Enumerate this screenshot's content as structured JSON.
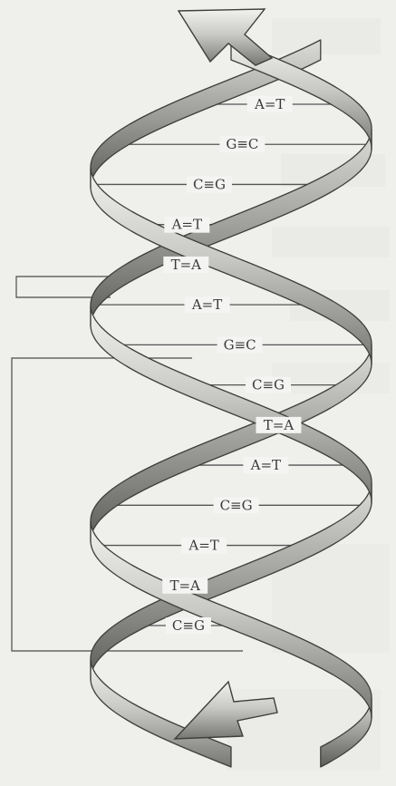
{
  "figure": {
    "base_pairs": [
      {
        "label": "A=T"
      },
      {
        "label": "G≡C"
      },
      {
        "label": "C≡G"
      },
      {
        "label": "A=T"
      },
      {
        "label": "T=A"
      },
      {
        "label": "A=T"
      },
      {
        "label": "G≡C"
      },
      {
        "label": "C≡G"
      },
      {
        "label": "T=A"
      },
      {
        "label": "A=T"
      },
      {
        "label": "C≡G"
      },
      {
        "label": "A=T"
      },
      {
        "label": "T=A"
      },
      {
        "label": "C≡G"
      }
    ],
    "colors": {
      "background": "#efefec",
      "strand_light": "#e6e6e3",
      "strand_dark": "#6f6f6c",
      "strand_edge": "#3e3e3c"
    }
  }
}
